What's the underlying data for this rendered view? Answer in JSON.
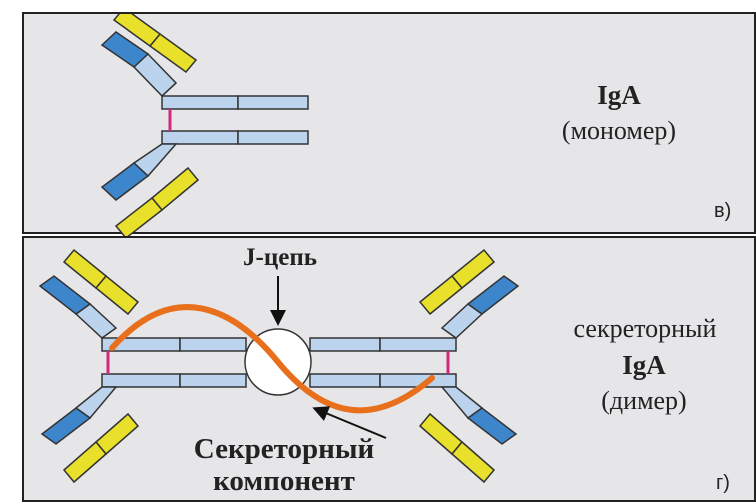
{
  "top_panel": {
    "title": "IgA",
    "subtitle": "(мономер)",
    "corner_label": "в)"
  },
  "bottom_panel": {
    "j_chain_label": "J-цепь",
    "right_line1": "секреторный",
    "right_line2": "IgA",
    "right_line3": "(димер)",
    "secretory_label_line1": "Секреторный",
    "secretory_label_line2": "компонент",
    "corner_label": "г)"
  },
  "colors": {
    "heavy_chain": "#bcd3ee",
    "variable_domain": "#3e86cc",
    "light_chain": "#e8e02a",
    "disulfide": "#d0287a",
    "secretory_component": "#e8701c",
    "j_chain": "#ffffff"
  }
}
